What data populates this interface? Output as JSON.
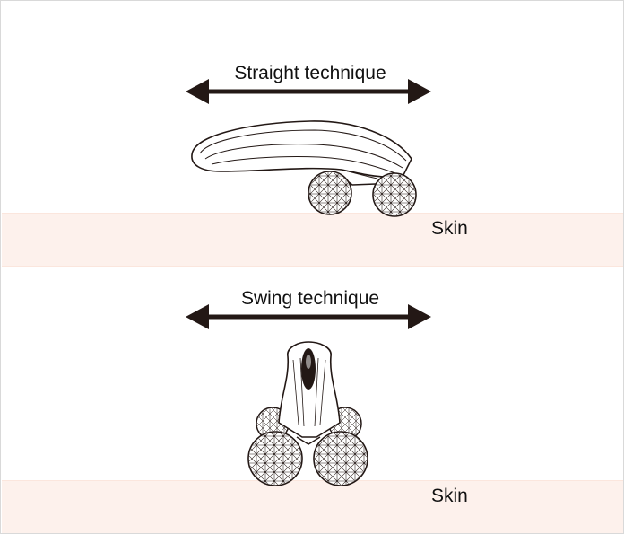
{
  "diagram": {
    "straight": {
      "label": "Straight technique",
      "skin_label": "Skin"
    },
    "swing": {
      "label": "Swing technique",
      "skin_label": "Skin"
    }
  },
  "colors": {
    "skin": "#fdf1ec",
    "arrow": "#231815",
    "outline": "#231815",
    "border": "#d9d9d9"
  }
}
